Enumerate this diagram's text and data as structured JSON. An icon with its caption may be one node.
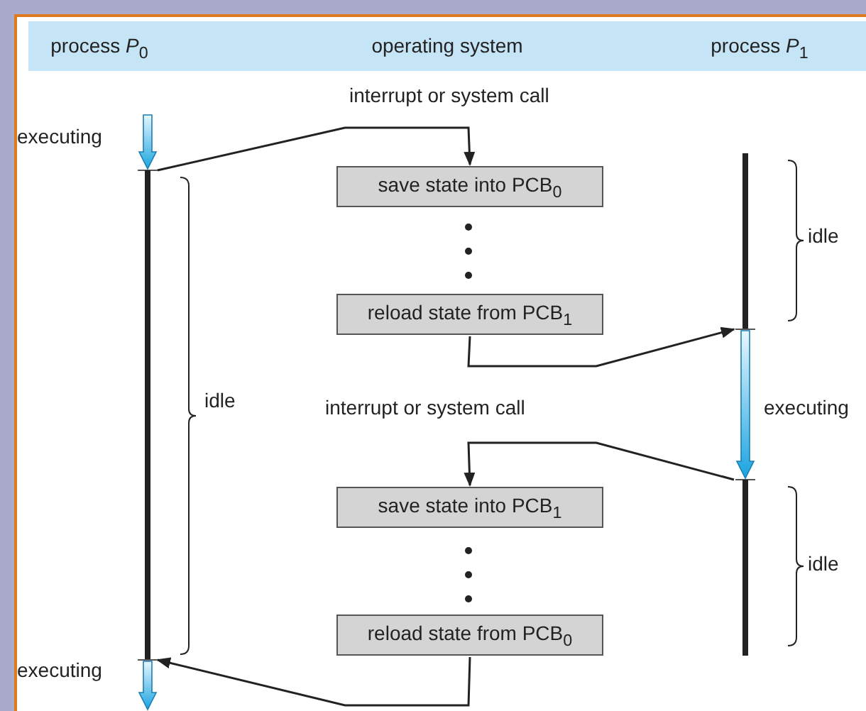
{
  "diagram": {
    "nodes": [
      {
        "text": [
          "save state into PCB$_{0}$"
        ]
      },
      {
        "text": [
          "reload state from PCB$_{1}$"
        ]
      },
      {
        "text": [
          "save state into PCB$_{1}$"
        ]
      },
      {
        "text": [
          "reload state from PCB$_{0}$"
        ]
      },
      {
        "text": [],
        "shape": "bar"
      },
      {
        "text": [],
        "shape": "bar"
      }
    ],
    "edges": [
      {
        "from": 4,
        "to": 0,
        "arrow": "to",
        "label": "interrupt or system call"
      },
      {
        "from": 1,
        "to": 5,
        "arrow": "to"
      },
      {
        "from": 5,
        "to": 2,
        "arrow": "to",
        "label": "interrupt or system call"
      },
      {
        "from": 3,
        "to": 4,
        "arrow": "to"
      }
    ],
    "labels": [
      "process *P*$_{0}$",
      "operating system",
      "process *P*$_{1}$",
      "executing",
      "idle",
      "idle",
      "executing",
      "idle",
      "executing"
    ]
  }
}
